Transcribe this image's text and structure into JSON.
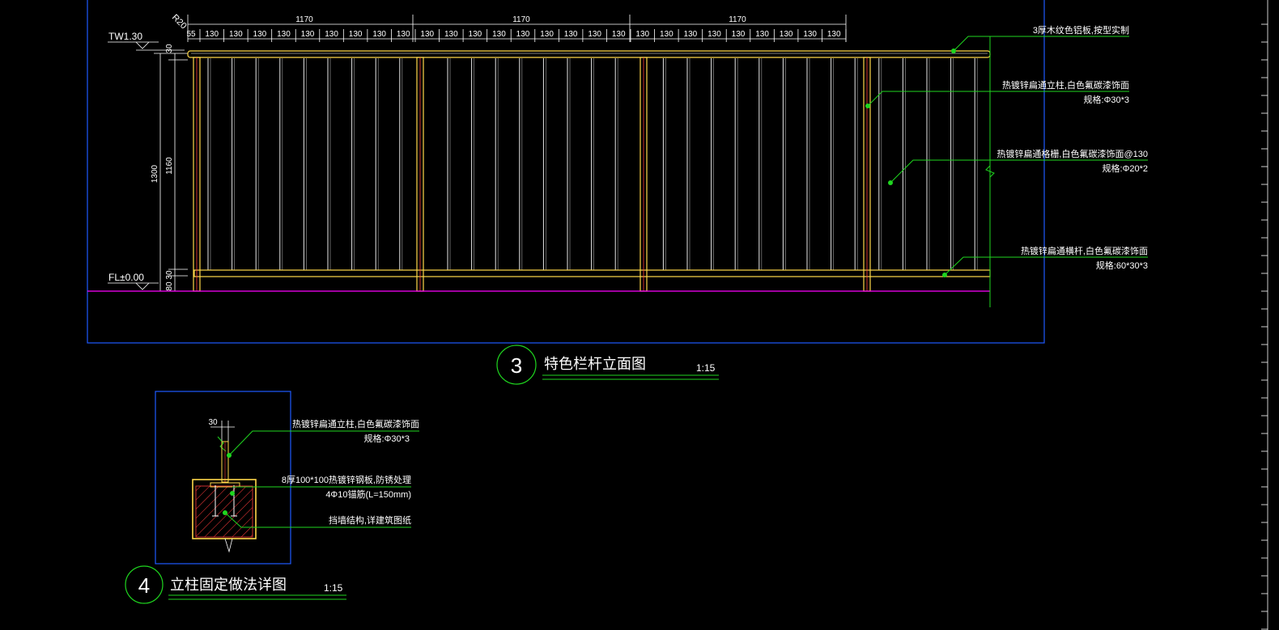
{
  "colors": {
    "background": "#000000",
    "frame": "#1f5bff",
    "post": "#ffd84a",
    "post_center": "#ff3b3b",
    "bar": "#e8e8e8",
    "bar_shadow": "#7a7a7a",
    "leader": "#1fd61f",
    "dim": "#ffffff",
    "ground": "#ff00ff",
    "hatch": "#ff3b3b"
  },
  "elevation": {
    "top_dims": [
      "1170",
      "1170",
      "1170"
    ],
    "first_space": "55",
    "bar_spacing": "130",
    "radius_label": "R20",
    "level_top": "TW1.30",
    "level_bottom": "FL±0.00",
    "side_dims": {
      "overall": "1300",
      "top_rail": "30",
      "middle": "1160",
      "bottom_rail": "30",
      "base": "80"
    },
    "labels": [
      {
        "line1": "3厚木纹色铝板,按型实制",
        "line2": ""
      },
      {
        "line1": "热镀锌扁通立柱,白色氟碳漆饰面",
        "line2": "规格:Φ30*3"
      },
      {
        "line1": "热镀锌扁通格栅,白色氟碳漆饰面@130",
        "line2": "规格:Φ20*2"
      },
      {
        "line1": "热镀锌扁通横杆,白色氟碳漆饰面",
        "line2": "规格:60*30*3"
      }
    ],
    "title_number": "3",
    "title": "特色栏杆立面图",
    "scale": "1:15"
  },
  "detail": {
    "dim_top": "30",
    "labels": [
      {
        "line1": "热镀锌扁通立柱,白色氟碳漆饰面",
        "line2": "规格:Φ30*3"
      },
      {
        "line1": "8厚100*100热镀锌钢板,防锈处理",
        "line2": "4Φ10锚筋(L=150mm)"
      },
      {
        "line1": "挡墙结构,详建筑图纸",
        "line2": ""
      }
    ],
    "title_number": "4",
    "title": "立柱固定做法详图",
    "scale": "1:15"
  }
}
